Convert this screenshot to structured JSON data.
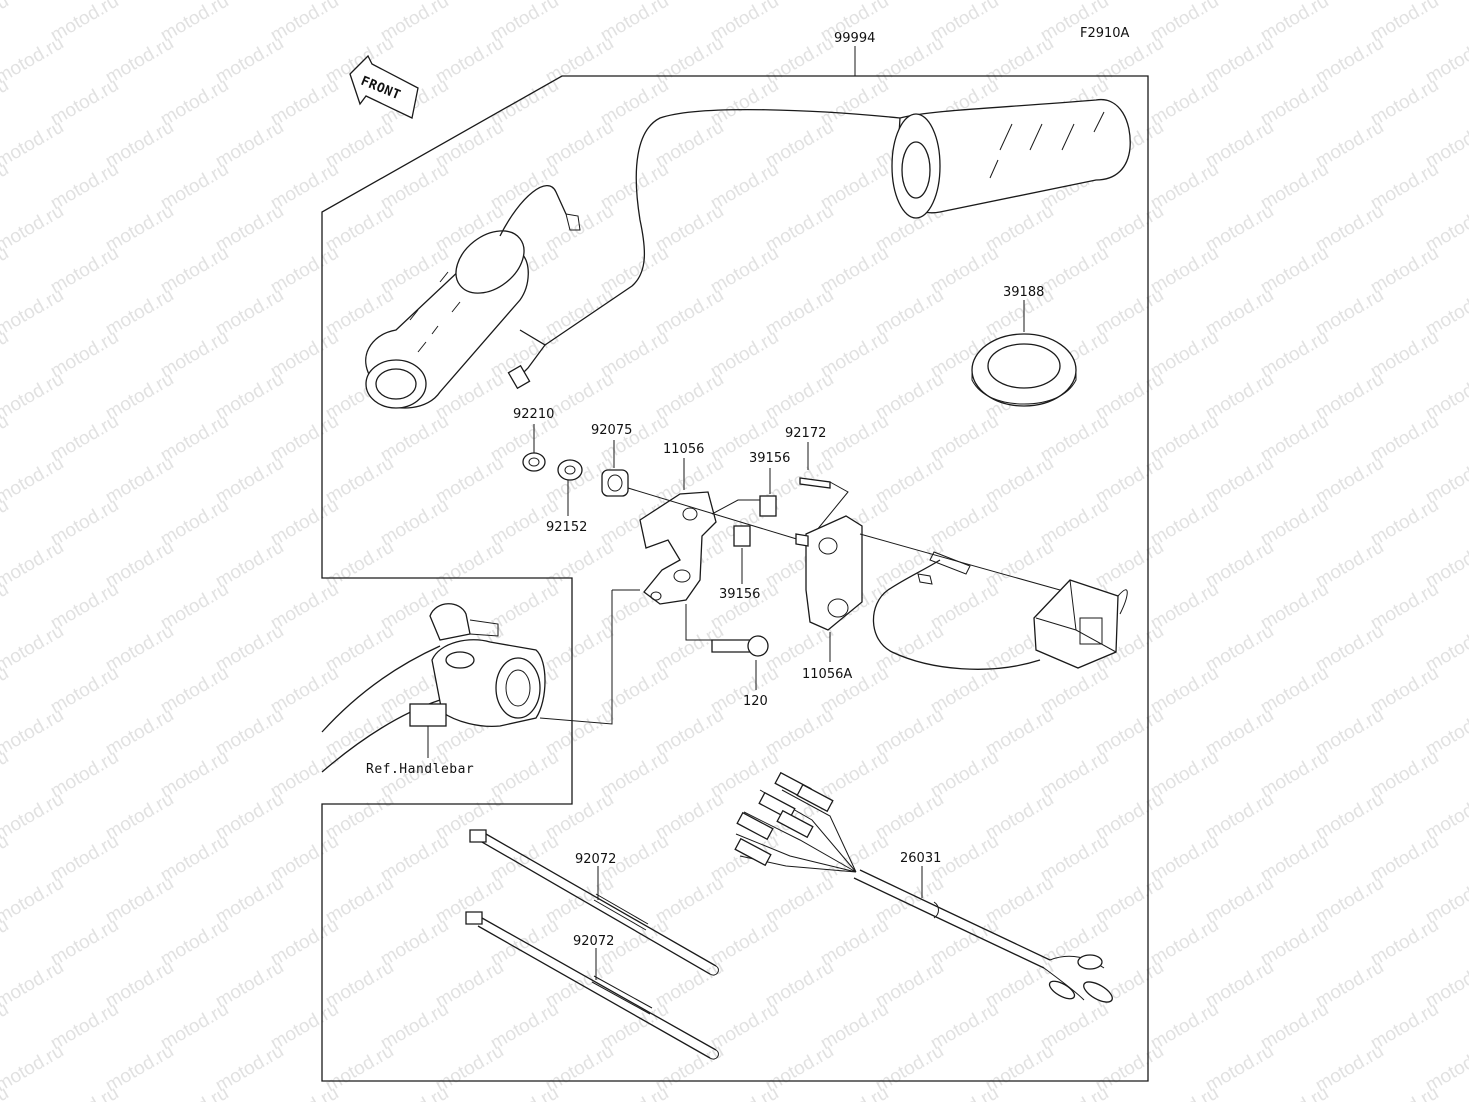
{
  "figure_code": "F2910A",
  "front_label": "FRONT",
  "watermark": "motod.ru",
  "reference_note": "Ref.Handlebar",
  "parts": {
    "p99994": "99994",
    "p39188": "39188",
    "p92210": "92210",
    "p92075": "92075",
    "p11056": "11056",
    "p92172": "92172",
    "p39156a": "39156",
    "p39156b": "39156",
    "p92152": "92152",
    "p120": "120",
    "p11056A": "11056A",
    "p26031": "26031",
    "p92072a": "92072",
    "p92072b": "92072"
  }
}
